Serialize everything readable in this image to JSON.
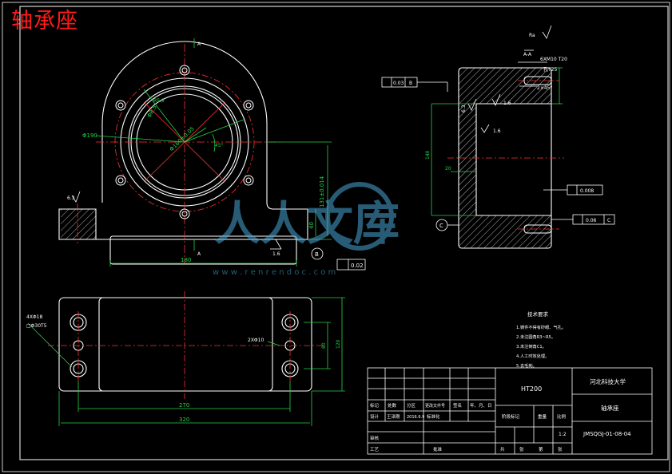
{
  "title": "轴承座",
  "front_view": {
    "dim_diameter_outer": "Φ190",
    "dim_diameter_pcd": "Φ160±0.05",
    "dim_width": "180",
    "dim_height": "131±0.014",
    "dim_base": "40",
    "dim_angle": "45°",
    "dim_hole": "Φ8.5",
    "section_mark_top": "A",
    "section_mark_bottom": "A",
    "roughness_left": "6.3",
    "roughness_bottom": "1.6",
    "datum_b": "B",
    "tol_b_text": "0.02",
    "dim_r": "R5.9"
  },
  "side_view": {
    "hole_note_1": "6XM10 T20",
    "hole_note_2": "孔T25",
    "chamfer": "2×45°",
    "dim_140": "140",
    "dim_20": "20",
    "tol_top": "0.03",
    "tol_top_datum": "B",
    "tol_mid": "0.008",
    "tol_bottom": "0.06",
    "tol_bottom_datum": "C",
    "datum_c": "C",
    "roughness_1": "6.3",
    "roughness_2": "1.6",
    "roughness_3": "1.6",
    "section_label": "A-A",
    "top_note": "Ra"
  },
  "top_view": {
    "hole_note_1": "4XΦ18",
    "hole_note_2": "□Φ30T5",
    "dim_270": "270",
    "dim_320": "320",
    "dim_80": "80",
    "dim_120": "120",
    "dim_left": "2XΦ10"
  },
  "tech_requirements": {
    "heading": "技术要求",
    "lines": [
      "1.铸件不得有砂眼、气孔。",
      "2.未注圆角R3~R5。",
      "3.未注倒角C1。",
      "4.人工时效处理。",
      "5.去毛刺。"
    ]
  },
  "title_block": {
    "material": "HT200",
    "school": "河北科技大学",
    "part_name": "轴承座",
    "drawing_no": "JMSQGJ-01-08-04",
    "scale": "1:2",
    "row_labels": [
      "标记",
      "处数",
      "分区",
      "更改文件号",
      "签名",
      "年、月、日"
    ],
    "design_row": [
      "设计",
      "王泽刚",
      "2016.6.9",
      "标准化"
    ],
    "audit": "审核",
    "process": "工艺",
    "approve": "批准",
    "stage_mark": "阶段标记",
    "weight": "重量",
    "ratio": "比例",
    "sheets": [
      "共",
      "张",
      "第",
      "张"
    ]
  },
  "watermark": {
    "text": "人人文库",
    "url": "w w w . r e n r e n d o c . c o m"
  },
  "colors": {
    "line": "#ffffff",
    "center": "#ff3030",
    "dim": "#28d24a",
    "hatch": "#ffffff",
    "title": "#ff1a1a",
    "watermark": "#4aa8d8"
  }
}
